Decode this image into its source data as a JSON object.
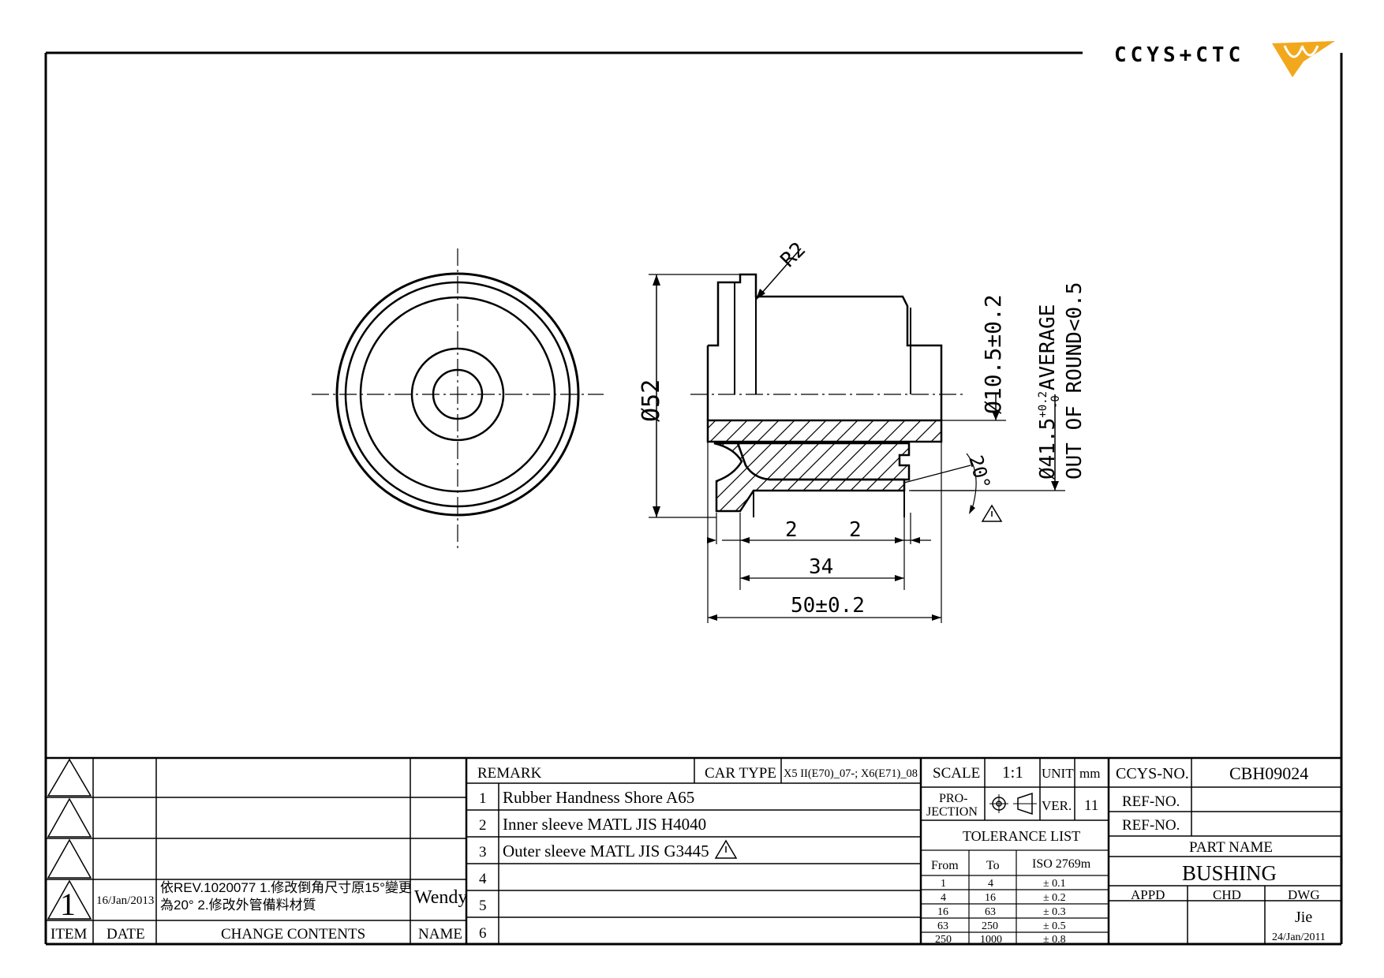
{
  "logo": {
    "text": "CCYS+CTC",
    "accent_color": "#f2a81d"
  },
  "drawing": {
    "dim_radius": "R2",
    "dim_outer_diameter": "Ø52",
    "dim_bore": "Ø10.5±0.2",
    "dim_sleeve_main": "Ø41.5",
    "dim_sleeve_tol_upper": "+0.2",
    "dim_sleeve_tol_lower": "-0",
    "dim_sleeve_suffix": "AVERAGE",
    "dim_out_of_round": "OUT OF ROUND<0.5",
    "dim_angle": "20°",
    "dim_left_chamfer": "2",
    "dim_right_chamfer": "2",
    "dim_inner_length": "34",
    "dim_overall_length": "50±0.2"
  },
  "revision_table": {
    "headers": {
      "item": "ITEM",
      "date": "DATE",
      "change": "CHANGE CONTENTS",
      "name": "NAME"
    },
    "revision": {
      "item": "1",
      "date": "16/Jan/2013",
      "change_line1": "依REV.1020077  1.修改倒角尺寸原15°變更",
      "change_line2": "為20° 2.修改外管備料材質",
      "name": "Wendy"
    }
  },
  "remarks": {
    "header": "REMARK",
    "car_type_label": "CAR TYPE",
    "car_type_value": "X5 II(E70)_07-; X6(E71)_08",
    "items": [
      {
        "num": "1",
        "text": "Rubber Handness Shore A65"
      },
      {
        "num": "2",
        "text": "Inner sleeve MATL JIS H4040"
      },
      {
        "num": "3",
        "text": "Outer sleeve MATL JIS G3445"
      },
      {
        "num": "4",
        "text": ""
      },
      {
        "num": "5",
        "text": ""
      },
      {
        "num": "6",
        "text": ""
      }
    ]
  },
  "title_block": {
    "scale_label": "SCALE",
    "scale_value": "1:1",
    "unit_label": "UNIT",
    "unit_value": "mm",
    "projection_line1": "PRO-",
    "projection_line2": "JECTION",
    "ver_label": "VER.",
    "ver_value": "11",
    "tolerance_title": "TOLERANCE LIST",
    "tolerance_headers": {
      "from": "From",
      "to": "To",
      "iso": "ISO 2769m"
    },
    "tolerance_rows": [
      {
        "from": "1",
        "to": "4",
        "tol": "± 0.1"
      },
      {
        "from": "4",
        "to": "16",
        "tol": "± 0.2"
      },
      {
        "from": "16",
        "to": "63",
        "tol": "± 0.3"
      },
      {
        "from": "63",
        "to": "250",
        "tol": "± 0.5"
      },
      {
        "from": "250",
        "to": "1000",
        "tol": "± 0.8"
      }
    ],
    "ccys_no_label": "CCYS-NO.",
    "ccys_no_value": "CBH09024",
    "ref_no_label_1": "REF-NO.",
    "ref_no_value_1": "",
    "ref_no_label_2": "REF-NO.",
    "ref_no_value_2": "",
    "part_name_label": "PART NAME",
    "part_name_value": "BUSHING",
    "appd_label": "APPD",
    "chd_label": "CHD",
    "dwg_label": "DWG",
    "dwg_name": "Jie",
    "dwg_date": "24/Jan/2011"
  }
}
